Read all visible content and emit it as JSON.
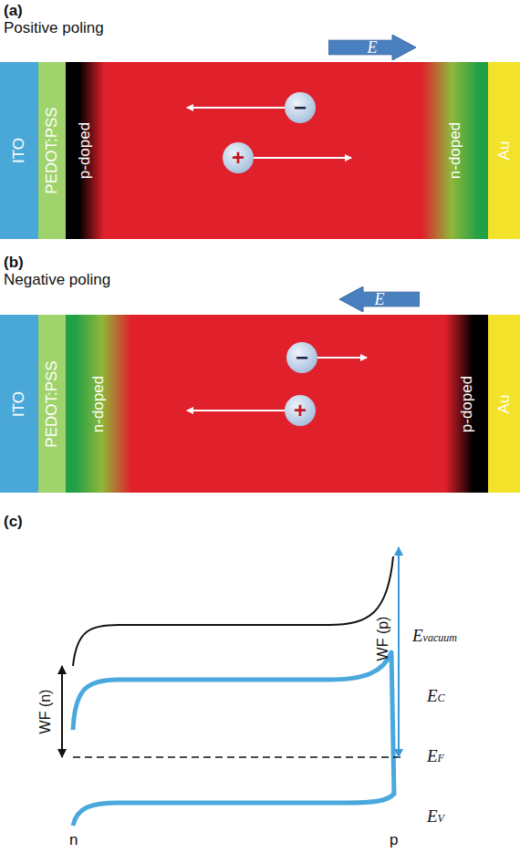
{
  "diagram": {
    "nodes": [
      {
        "text": [
          "ITO"
        ]
      },
      {
        "text": [
          "PEDOT:PSS"
        ]
      },
      {
        "text": [
          "p-doped"
        ]
      },
      {
        "text": [
          "n-doped"
        ]
      },
      {
        "text": [
          "Au"
        ]
      },
      {
        "text": [
          "E"
        ]
      },
      {
        "text": [
          "−"
        ]
      },
      {
        "text": [
          "+"
        ]
      },
      {
        "text": [
          "ITO"
        ]
      },
      {
        "text": [
          "PEDOT:PSS"
        ]
      },
      {
        "text": [
          "n-doped"
        ]
      },
      {
        "text": [
          "p-doped"
        ]
      },
      {
        "text": [
          "Au"
        ]
      },
      {
        "text": [
          "E"
        ]
      },
      {
        "text": [
          "−"
        ]
      },
      {
        "text": [
          "+"
        ]
      }
    ],
    "labels": [
      "(a)",
      "Positive poling",
      "(b)",
      "Negative poling",
      "(c)",
      "WF (n)",
      "WF (p)",
      "Evacuum",
      "EC",
      "EF",
      "EV",
      "n",
      "p"
    ]
  }
}
